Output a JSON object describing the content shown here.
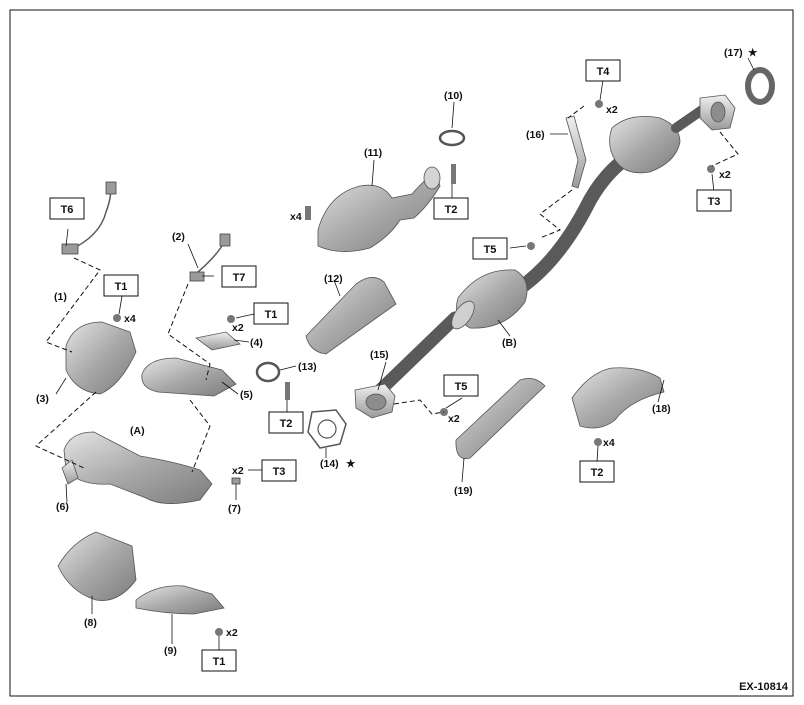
{
  "diagram": {
    "code": "EX-10814",
    "torque_tags": {
      "T6": "T6",
      "T7": "T7",
      "T1a": "T1",
      "T1b": "T1",
      "T1c": "T1",
      "T2a": "T2",
      "T2b": "T2",
      "T2c": "T2",
      "T3a": "T3",
      "T3b": "T3",
      "T4": "T4",
      "T5a": "T5",
      "T5b": "T5"
    },
    "part_labels": {
      "p1": "(1)",
      "p2": "(2)",
      "p3": "(3)",
      "p4": "(4)",
      "p5": "(5)",
      "p6": "(6)",
      "p7": "(7)",
      "p8": "(8)",
      "p9": "(9)",
      "p10": "(10)",
      "p11": "(11)",
      "p12": "(12)",
      "p13": "(13)",
      "p14": "(14)",
      "p15": "(15)",
      "p16": "(16)",
      "p17": "(17)",
      "p18": "(18)",
      "p19": "(19)",
      "pA": "(A)",
      "pB": "(B)"
    },
    "quantities": {
      "q_t1a": "x4",
      "q_t1b": "x2",
      "q_t1c": "x2",
      "q_t3a": "x2",
      "q_t3b": "x2",
      "q_t4": "x2",
      "q_t5": "x2",
      "q_t2": "x4",
      "q_11": "x4"
    },
    "star_symbol": "★"
  }
}
